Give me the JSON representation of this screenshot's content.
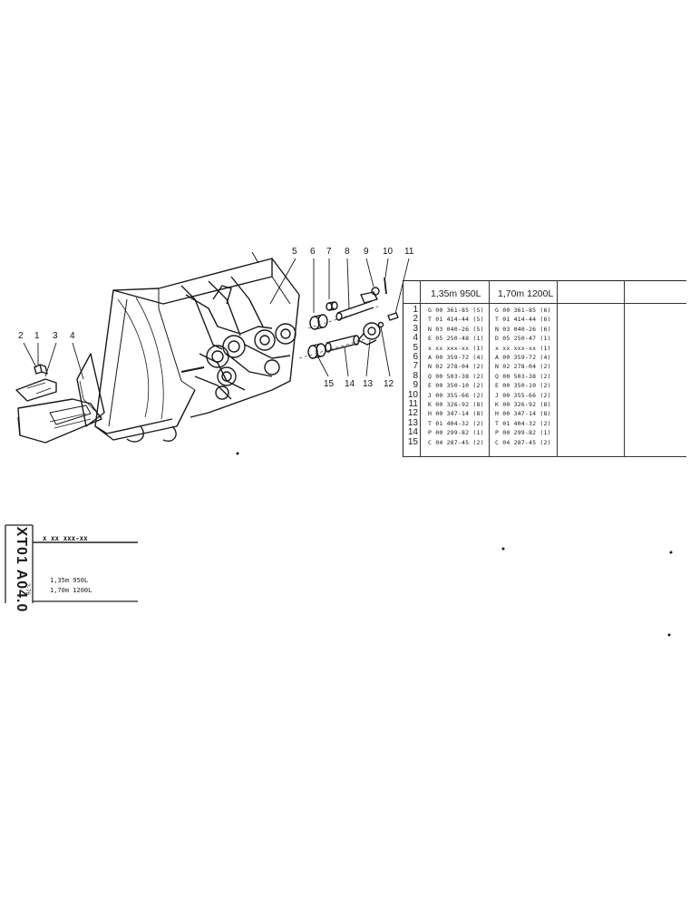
{
  "drawing": {
    "callouts": [
      "1",
      "2",
      "3",
      "4",
      "5",
      "6",
      "7",
      "8",
      "9",
      "10",
      "11",
      "12",
      "13",
      "14",
      "15"
    ]
  },
  "parts_table": {
    "headers": [
      "1,35m  950L",
      "1,70m 1200L"
    ],
    "rows": [
      {
        "n": "1",
        "a": "G 00 361-85 (5)",
        "b": "G 00 361-85 (6)"
      },
      {
        "n": "2",
        "a": "T 01 414-44 (5)",
        "b": "T 01 414-44 (6)"
      },
      {
        "n": "3",
        "a": "N 03 040-26 (5)",
        "b": "N 03 040-26 (6)"
      },
      {
        "n": "4",
        "a": "E 05 250-48 (1)",
        "b": "D 05 250-47 (1)"
      },
      {
        "n": "5",
        "a": "x xx xxx-xx (1)",
        "b": "x xx xxx-xx (1)"
      },
      {
        "n": "6",
        "a": "A 00 359-72 (4)",
        "b": "A 00 359-72 (4)"
      },
      {
        "n": "7",
        "a": "N 02 278-04 (2)",
        "b": "N 02 278-04 (2)"
      },
      {
        "n": "8",
        "a": "Q 00 503-38 (2)",
        "b": "Q 00 503-38 (2)"
      },
      {
        "n": "9",
        "a": "E 00 350-10 (2)",
        "b": "E 00 350-10 (2)"
      },
      {
        "n": "10",
        "a": "J 00 355-66 (2)",
        "b": "J 00 355-66 (2)"
      },
      {
        "n": "11",
        "a": "K 00 326-92 (8)",
        "b": "K 00 326-92 (8)"
      },
      {
        "n": "12",
        "a": "H 00 347-14 (8)",
        "b": "H 00 347-14 (8)"
      },
      {
        "n": "13",
        "a": "T 01 404-32 (2)",
        "b": "T 01 404-32 (2)"
      },
      {
        "n": "14",
        "a": "P 00 299-82 (1)",
        "b": "P 00 299-82 (1)"
      },
      {
        "n": "15",
        "a": "C 04 287-45 (2)",
        "b": "C 04 287-45 (2)"
      }
    ]
  },
  "title_block": {
    "code": "XT01 A04.0",
    "date": "2-76",
    "part_ref": "x  xx  xxx-xx",
    "variants": [
      "1,35m   950L",
      "1,70m   1200L"
    ]
  }
}
